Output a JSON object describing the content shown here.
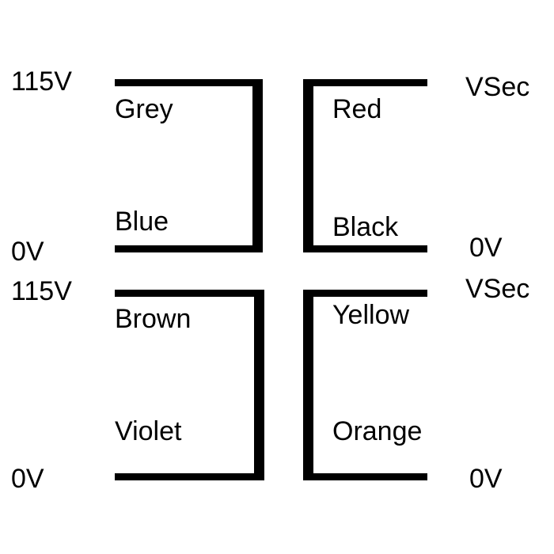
{
  "colors": {
    "wire": "#000000",
    "text": "#000000",
    "background": "#ffffff"
  },
  "windings": {
    "primary_top": {
      "terminal_top": "115V",
      "wire_top": "Grey",
      "wire_bottom": "Blue",
      "terminal_bottom": "0V"
    },
    "secondary_top": {
      "terminal_top": "VSec",
      "wire_top": "Red",
      "wire_bottom": "Black",
      "terminal_bottom": "0V"
    },
    "primary_bottom": {
      "terminal_top": "115V",
      "wire_top": "Brown",
      "wire_bottom": "Violet",
      "terminal_bottom": "0V"
    },
    "secondary_bottom": {
      "terminal_top": "VSec",
      "wire_top": "Yellow",
      "wire_bottom": "Orange",
      "terminal_bottom": "0V"
    }
  }
}
